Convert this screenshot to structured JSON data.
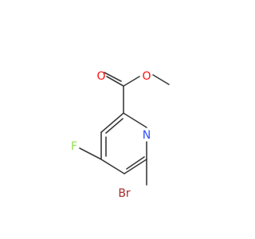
{
  "molecule": {
    "atoms": {
      "oxygen_carbonyl": {
        "label": "O",
        "color": "#ff0d0d"
      },
      "oxygen_ester": {
        "label": "O",
        "color": "#ff0d0d"
      },
      "fluorine": {
        "label": "F",
        "color": "#90e050"
      },
      "nitrogen": {
        "label": "N",
        "color": "#3050f8"
      },
      "bromine": {
        "label": "Br",
        "color": "#a62929"
      }
    },
    "bond_color": "#3a3a3a"
  }
}
